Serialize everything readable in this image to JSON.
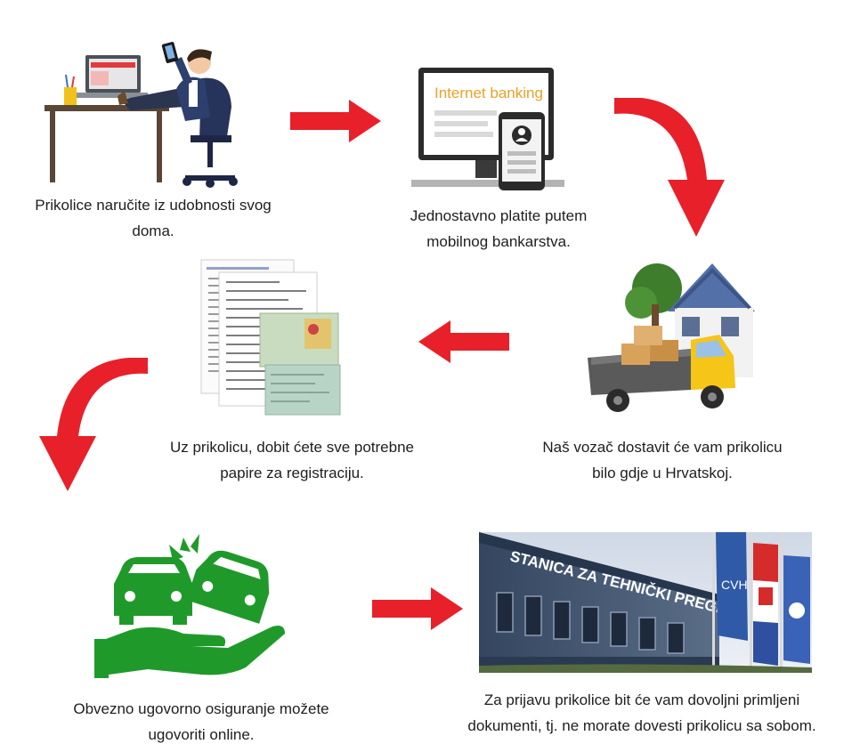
{
  "accent_color": "#e8202a",
  "steps": [
    {
      "icon": "person-ordering-from-desk-icon",
      "lines": [
        "Prikolice naručite iz udobnosti svog",
        "doma."
      ]
    },
    {
      "icon": "internet-banking-monitor-icon",
      "screen_text": "Internet banking",
      "lines": [
        "Jednostavno platite putem",
        "mobilnog bankarstva."
      ]
    },
    {
      "icon": "delivery-truck-house-icon",
      "lines": [
        "Naš vozač dostavit će vam prikolicu",
        "bilo gdje u Hrvatskoj."
      ]
    },
    {
      "icon": "registration-documents-icon",
      "lines": [
        "Uz prikolicu, dobit ćete sve potrebne",
        "papire za registraciju."
      ]
    },
    {
      "icon": "car-insurance-hand-icon",
      "lines": [
        "Obvezno ugovorno osiguranje možete",
        "ugovoriti online."
      ]
    },
    {
      "icon": "inspection-station-building-icon",
      "sign_text": "STANICA ZA TEHNIČKI PREGLED",
      "lines": [
        "Za prijavu prikolice bit će vam dovoljni primljeni",
        "dokumenti, tj. ne morate dovesti prikolicu sa sobom."
      ]
    }
  ]
}
